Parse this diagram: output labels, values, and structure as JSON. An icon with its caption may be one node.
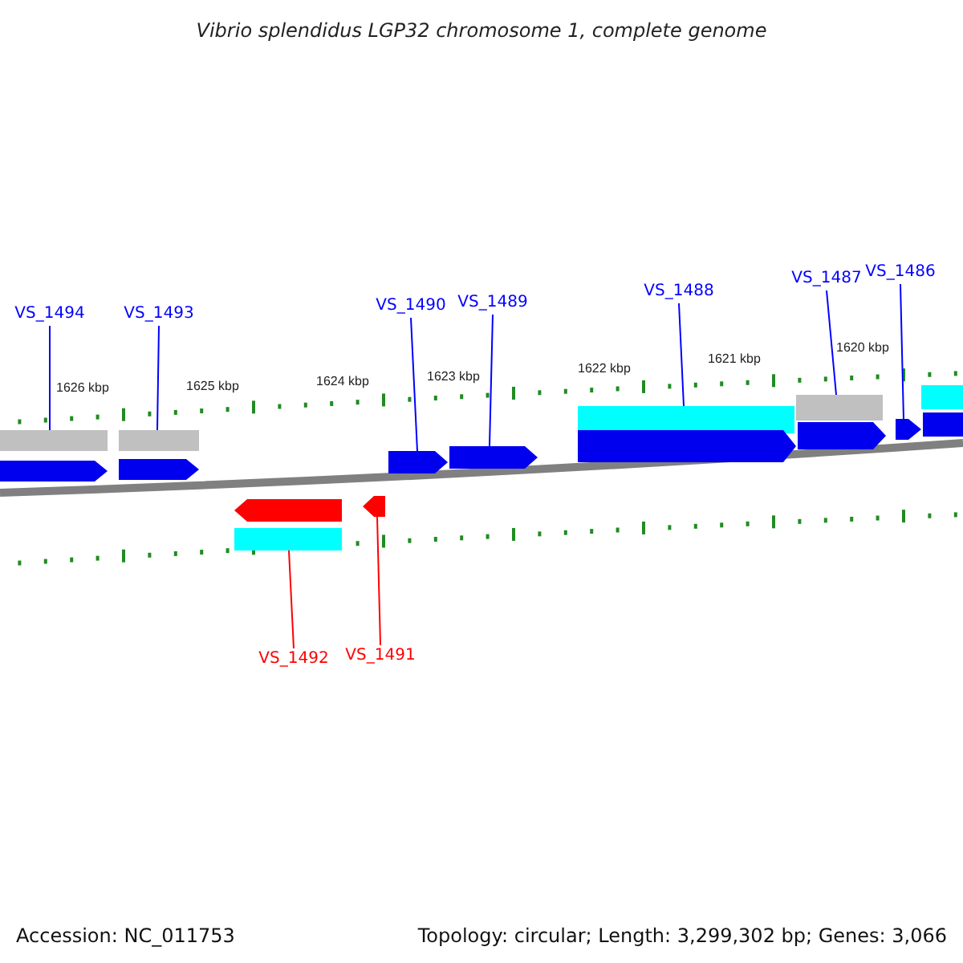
{
  "diagram": {
    "title": "Vibrio splendidus LGP32 chromosome 1, complete genome",
    "nodes": [
      {
        "text": [
          "VS_1494"
        ]
      },
      {
        "text": [
          "VS_1493"
        ]
      },
      {
        "text": [
          "VS_1490"
        ]
      },
      {
        "text": [
          "VS_1489"
        ]
      },
      {
        "text": [
          "VS_1488"
        ]
      },
      {
        "text": [
          "VS_1487"
        ]
      },
      {
        "text": [
          "VS_1486"
        ]
      },
      {
        "text": [
          "VS_1492"
        ]
      },
      {
        "text": [
          "VS_1491"
        ]
      },
      {
        "text": [],
        "shape": "bar"
      },
      {
        "text": [],
        "shape": "bar"
      },
      {
        "text": [],
        "shape": "bar"
      },
      {
        "text": [],
        "shape": "bar"
      },
      {
        "text": [],
        "shape": "bar"
      },
      {
        "text": [],
        "shape": "bar"
      },
      {
        "text": [],
        "shape": "bar"
      },
      {
        "text": [],
        "shape": "bar"
      },
      {
        "text": [],
        "shape": "bar"
      },
      {
        "text": [],
        "shape": "bar"
      },
      {
        "text": [],
        "shape": "bar"
      },
      {
        "text": [],
        "shape": "bar"
      },
      {
        "text": [],
        "shape": "bar"
      },
      {
        "text": [],
        "shape": "bar"
      },
      {
        "text": [],
        "shape": "bar"
      },
      {
        "text": [],
        "shape": "bar"
      }
    ],
    "edges": [
      {
        "from": 0,
        "to": 9,
        "arrow": "none"
      },
      {
        "from": 1,
        "to": 11,
        "arrow": "none"
      },
      {
        "from": 2,
        "to": 16,
        "arrow": "none"
      },
      {
        "from": 3,
        "to": 17,
        "arrow": "none"
      },
      {
        "from": 4,
        "to": 18,
        "arrow": "none"
      },
      {
        "from": 5,
        "to": 20,
        "arrow": "none"
      },
      {
        "from": 6,
        "to": 22,
        "arrow": "none"
      },
      {
        "from": 7,
        "to": 14,
        "arrow": "none",
        "color": "#ff0000"
      },
      {
        "from": 8,
        "to": 15,
        "arrow": "none",
        "color": "#ff0000"
      }
    ],
    "labels": [
      "1626 kbp",
      "1625 kbp",
      "1624 kbp",
      "1623 kbp",
      "1622 kbp",
      "1621 kbp",
      "1620 kbp",
      "Accession: NC_011753",
      "Topology: circular; Length: 3,299,302 bp; Genes: 3,066"
    ]
  }
}
